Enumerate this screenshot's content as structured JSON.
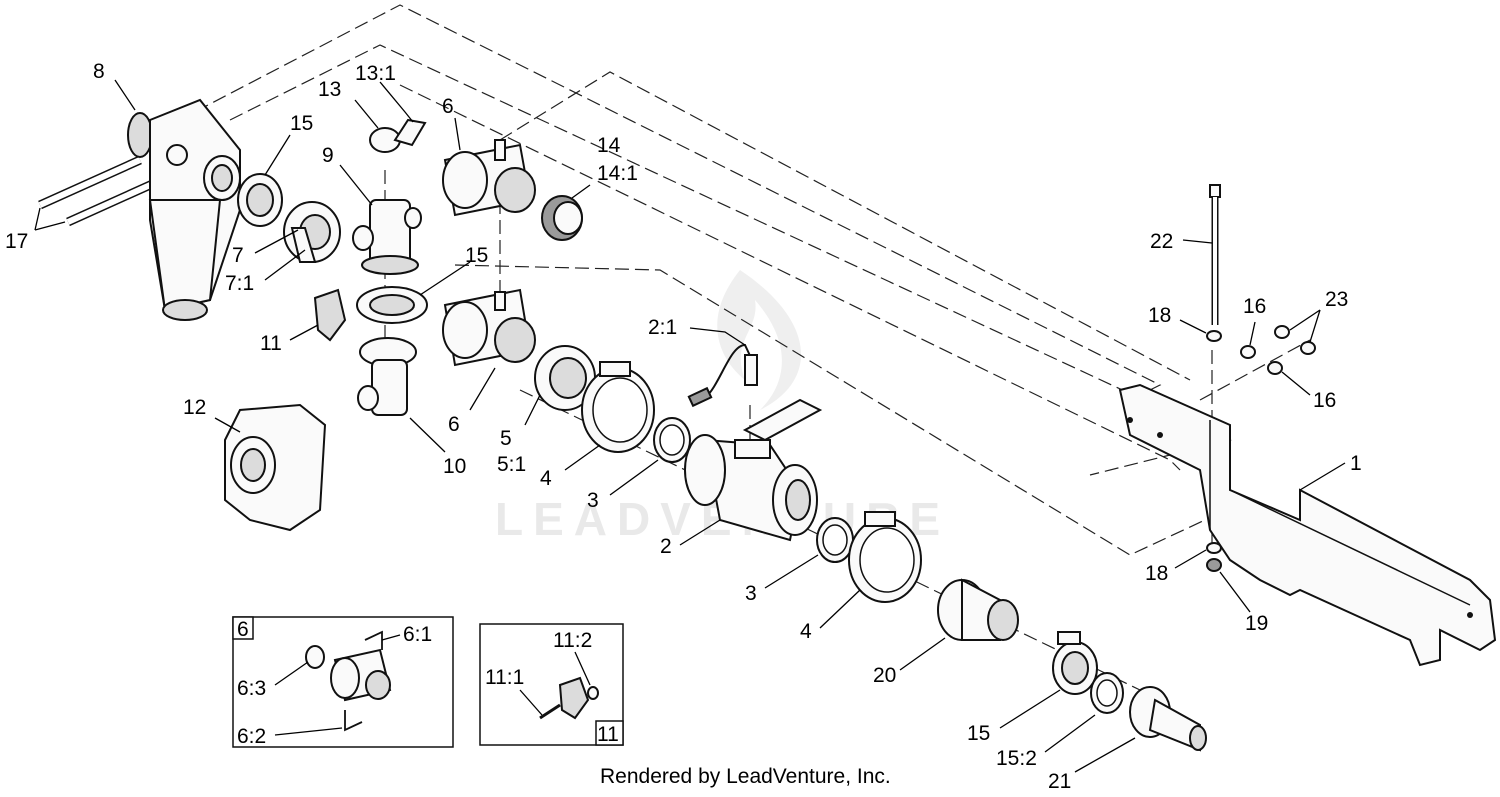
{
  "footer_text": "Rendered by LeadVenture, Inc.",
  "watermark_text": "LEADVENTURE",
  "callouts": [
    {
      "id": "c-8",
      "label": "8"
    },
    {
      "id": "c-13",
      "label": "13"
    },
    {
      "id": "c-13-1",
      "label": "13:1"
    },
    {
      "id": "c-6-top",
      "label": "6"
    },
    {
      "id": "c-15-top",
      "label": "15"
    },
    {
      "id": "c-9",
      "label": "9"
    },
    {
      "id": "c-14",
      "label": "14"
    },
    {
      "id": "c-14-1",
      "label": "14:1"
    },
    {
      "id": "c-17",
      "label": "17"
    },
    {
      "id": "c-7",
      "label": "7"
    },
    {
      "id": "c-7-1",
      "label": "7:1"
    },
    {
      "id": "c-15-mid",
      "label": "15"
    },
    {
      "id": "c-11",
      "label": "11"
    },
    {
      "id": "c-2-1",
      "label": "2:1"
    },
    {
      "id": "c-12",
      "label": "12"
    },
    {
      "id": "c-6-mid",
      "label": "6"
    },
    {
      "id": "c-10",
      "label": "10"
    },
    {
      "id": "c-5",
      "label": "5"
    },
    {
      "id": "c-5-1",
      "label": "5:1"
    },
    {
      "id": "c-4-top",
      "label": "4"
    },
    {
      "id": "c-3-top",
      "label": "3"
    },
    {
      "id": "c-2",
      "label": "2"
    },
    {
      "id": "c-3-bottom",
      "label": "3"
    },
    {
      "id": "c-4-bottom",
      "label": "4"
    },
    {
      "id": "c-20",
      "label": "20"
    },
    {
      "id": "c-15-bottom",
      "label": "15"
    },
    {
      "id": "c-15-2",
      "label": "15:2"
    },
    {
      "id": "c-21",
      "label": "21"
    },
    {
      "id": "c-22",
      "label": "22"
    },
    {
      "id": "c-18-top",
      "label": "18"
    },
    {
      "id": "c-16-top",
      "label": "16"
    },
    {
      "id": "c-23",
      "label": "23"
    },
    {
      "id": "c-16-bottom",
      "label": "16"
    },
    {
      "id": "c-1",
      "label": "1"
    },
    {
      "id": "c-18-bottom",
      "label": "18"
    },
    {
      "id": "c-19",
      "label": "19"
    }
  ],
  "insets": [
    {
      "id": "inset-6",
      "box_label": "6",
      "callouts": [
        {
          "id": "i6-1",
          "label": "6:1"
        },
        {
          "id": "i6-3",
          "label": "6:3"
        },
        {
          "id": "i6-2",
          "label": "6:2"
        }
      ]
    },
    {
      "id": "inset-11",
      "box_label": "11",
      "callouts": [
        {
          "id": "i11-2",
          "label": "11:2"
        },
        {
          "id": "i11-1",
          "label": "11:1"
        }
      ]
    }
  ]
}
